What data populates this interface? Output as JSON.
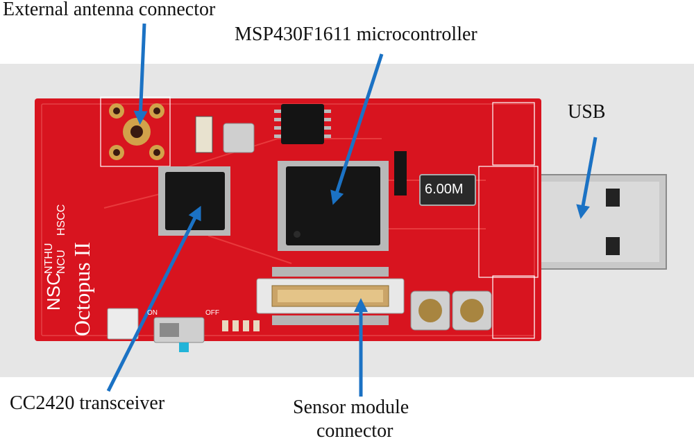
{
  "labels": {
    "antenna": "External antenna connector",
    "mcu": "MSP430F1611 microcontroller",
    "usb": "USB",
    "transceiver": "CC2420 transceiver",
    "sensor_line1": "Sensor module",
    "sensor_line2": "connector"
  },
  "board": {
    "brand_line1": "NSC",
    "brand_line2": "NTHU",
    "brand_line3": "NCU",
    "brand_line4": "HSCC",
    "model": "Octopus II",
    "crystal_marking": "6.00M",
    "switch_on": "ON",
    "switch_off": "OFF"
  },
  "colors": {
    "arrow": "#1b72c4",
    "pcb": "#d8141f",
    "background": "#e8e8e8"
  }
}
